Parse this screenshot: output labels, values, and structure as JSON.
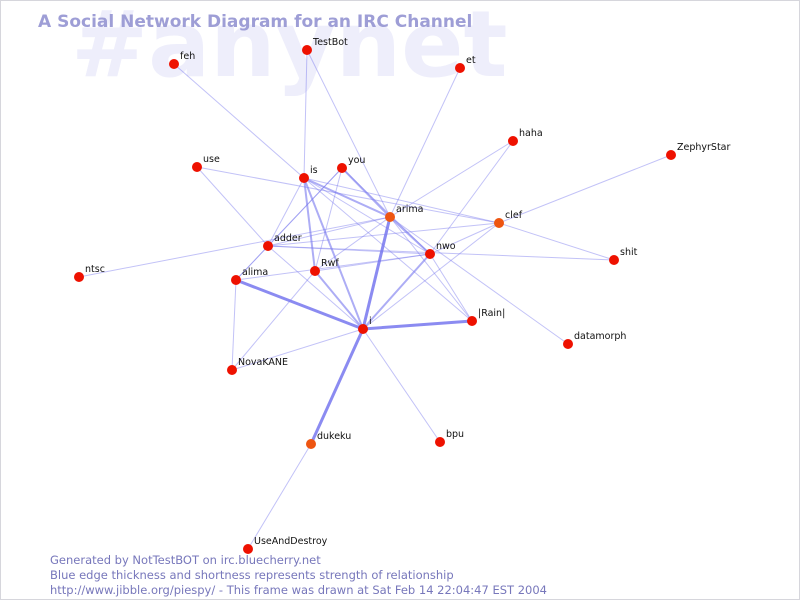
{
  "watermark": "#anynet",
  "title": "A Social Network Diagram for an IRC Channel",
  "footer": {
    "line1": "Generated by NotTestBOT on irc.bluecherry.net",
    "line2": "Blue edge thickness and shortness represents strength of relationship",
    "line3": "http://www.jibble.org/piespy/ - This frame was drawn at Sat Feb 14 22:04:47 EST 2004"
  },
  "colors": {
    "node": "#ee1100",
    "node_recent": "#ee5511",
    "edge": "#7777ee",
    "title": "#9e9ed6",
    "watermark": "#eeeefb",
    "footer": "#7777bb"
  },
  "nodes": [
    {
      "id": "feh",
      "label": "feh"
    },
    {
      "id": "TestBot",
      "label": "TestBot"
    },
    {
      "id": "et",
      "label": "et"
    },
    {
      "id": "haha",
      "label": "haha"
    },
    {
      "id": "ZephyrStar",
      "label": "ZephyrStar"
    },
    {
      "id": "use",
      "label": "use"
    },
    {
      "id": "is",
      "label": "is"
    },
    {
      "id": "you",
      "label": "you"
    },
    {
      "id": "arima",
      "label": "arima",
      "recent": true
    },
    {
      "id": "clef",
      "label": "clef",
      "recent": true
    },
    {
      "id": "adder",
      "label": "adder"
    },
    {
      "id": "nwo",
      "label": "nwo"
    },
    {
      "id": "shit",
      "label": "shit"
    },
    {
      "id": "ntsc",
      "label": "ntsc"
    },
    {
      "id": "Rwf",
      "label": "Rwf"
    },
    {
      "id": "alima",
      "label": "alima"
    },
    {
      "id": "Rain",
      "label": "|Rain|"
    },
    {
      "id": "i",
      "label": "i"
    },
    {
      "id": "datamorph",
      "label": "datamorph"
    },
    {
      "id": "NovaKANE",
      "label": "NovaKANE"
    },
    {
      "id": "bpu",
      "label": "bpu"
    },
    {
      "id": "dukeku",
      "label": "dukeku",
      "recent": true
    },
    {
      "id": "UseAndDestroy",
      "label": "UseAndDestroy"
    }
  ],
  "edges": [
    {
      "source": "feh",
      "target": "is",
      "strength": 1
    },
    {
      "source": "TestBot",
      "target": "is",
      "strength": 1
    },
    {
      "source": "TestBot",
      "target": "arima",
      "strength": 1
    },
    {
      "source": "et",
      "target": "arima",
      "strength": 1
    },
    {
      "source": "haha",
      "target": "arima",
      "strength": 1
    },
    {
      "source": "haha",
      "target": "nwo",
      "strength": 1
    },
    {
      "source": "ZephyrStar",
      "target": "clef",
      "strength": 1
    },
    {
      "source": "use",
      "target": "adder",
      "strength": 1
    },
    {
      "source": "use",
      "target": "clef",
      "strength": 1
    },
    {
      "source": "is",
      "target": "Rwf",
      "strength": 2
    },
    {
      "source": "is",
      "target": "i",
      "strength": 2
    },
    {
      "source": "is",
      "target": "arima",
      "strength": 2
    },
    {
      "source": "is",
      "target": "nwo",
      "strength": 1
    },
    {
      "source": "is",
      "target": "Rain",
      "strength": 1
    },
    {
      "source": "is",
      "target": "clef",
      "strength": 1
    },
    {
      "source": "is",
      "target": "adder",
      "strength": 1
    },
    {
      "source": "you",
      "target": "arima",
      "strength": 2
    },
    {
      "source": "you",
      "target": "Rwf",
      "strength": 1
    },
    {
      "source": "you",
      "target": "adder",
      "strength": 1
    },
    {
      "source": "you",
      "target": "nwo",
      "strength": 1
    },
    {
      "source": "you",
      "target": "alima",
      "strength": 1
    },
    {
      "source": "arima",
      "target": "i",
      "strength": 3
    },
    {
      "source": "arima",
      "target": "Rwf",
      "strength": 1
    },
    {
      "source": "arima",
      "target": "adder",
      "strength": 1
    },
    {
      "source": "arima",
      "target": "nwo",
      "strength": 2
    },
    {
      "source": "arima",
      "target": "datamorph",
      "strength": 1
    },
    {
      "source": "arima",
      "target": "Rain",
      "strength": 1
    },
    {
      "source": "clef",
      "target": "i",
      "strength": 1
    },
    {
      "source": "clef",
      "target": "nwo",
      "strength": 1
    },
    {
      "source": "clef",
      "target": "adder",
      "strength": 1
    },
    {
      "source": "clef",
      "target": "shit",
      "strength": 1
    },
    {
      "source": "adder",
      "target": "alima",
      "strength": 1
    },
    {
      "source": "adder",
      "target": "i",
      "strength": 1
    },
    {
      "source": "adder",
      "target": "nwo",
      "strength": 1
    },
    {
      "source": "adder",
      "target": "shit",
      "strength": 1
    },
    {
      "source": "nwo",
      "target": "i",
      "strength": 2
    },
    {
      "source": "nwo",
      "target": "alima",
      "strength": 1
    },
    {
      "source": "nwo",
      "target": "Rain",
      "strength": 1
    },
    {
      "source": "nwo",
      "target": "Rwf",
      "strength": 1
    },
    {
      "source": "ntsc",
      "target": "arima",
      "strength": 1
    },
    {
      "source": "Rwf",
      "target": "i",
      "strength": 2
    },
    {
      "source": "Rwf",
      "target": "NovaKANE",
      "strength": 1
    },
    {
      "source": "alima",
      "target": "i",
      "strength": 3
    },
    {
      "source": "alima",
      "target": "NovaKANE",
      "strength": 1
    },
    {
      "source": "i",
      "target": "Rain",
      "strength": 3
    },
    {
      "source": "i",
      "target": "NovaKANE",
      "strength": 1
    },
    {
      "source": "i",
      "target": "bpu",
      "strength": 1
    },
    {
      "source": "i",
      "target": "dukeku",
      "strength": 3
    },
    {
      "source": "dukeku",
      "target": "UseAndDestroy",
      "strength": 1
    }
  ]
}
